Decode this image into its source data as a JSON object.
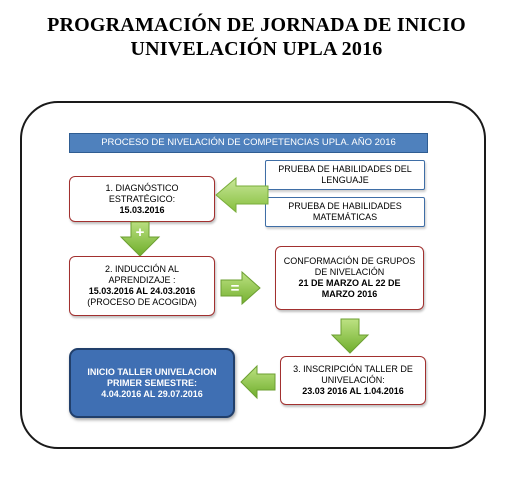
{
  "title": {
    "line1": "PROGRAMACIÓN DE JORNADA DE INICIO",
    "line2": "UNIVELACIÓN UPLA 2016"
  },
  "header": "PROCESO DE NIVELACIÓN DE COMPETENCIAS UPLA. AÑO 2016",
  "step1": {
    "line1": "1.   DIAGNÓSTICO",
    "line2": "ESTRATÉGICO:",
    "date": "15.03.2016"
  },
  "tests": {
    "language": {
      "line1": "PRUEBA DE HABILIDADES DEL",
      "line2": "LENGUAJE"
    },
    "math": {
      "line1": "PRUEBA DE HABILIDADES",
      "line2": "MATEMÁTICAS"
    }
  },
  "step2": {
    "line1": "2. INDUCCIÓN AL",
    "line2": "APRENDIZAJE :",
    "dates": "15.03.2016  AL 24.03.2016",
    "note": "(PROCESO DE ACOGIDA)"
  },
  "groups": {
    "line1": "CONFORMACIÓN DE GRUPOS",
    "line2": "DE NIVELACIÓN",
    "line3": "21 DE MARZO AL 22 DE",
    "line4": "MARZO 2016"
  },
  "step3": {
    "line1": "3. INSCRIPCIÓN  TALLER DE",
    "line2": "UNIVELACIÓN:",
    "dates": "23.03 2016 AL 1.04.2016"
  },
  "final": {
    "line1": "INICIO TALLER  UNIVELACION",
    "line2": "PRIMER SEMESTRE:",
    "line3": "4.04.2016  AL 29.07.2016"
  },
  "symbols": {
    "plus": "+",
    "equals": "="
  },
  "colors": {
    "header_blue": "#4f81bd",
    "box_border_red": "#a2302f",
    "box_border_blue": "#3f6ea6",
    "arrow_green": "#8cc63f",
    "final_box_blue": "#3f6fb3"
  }
}
